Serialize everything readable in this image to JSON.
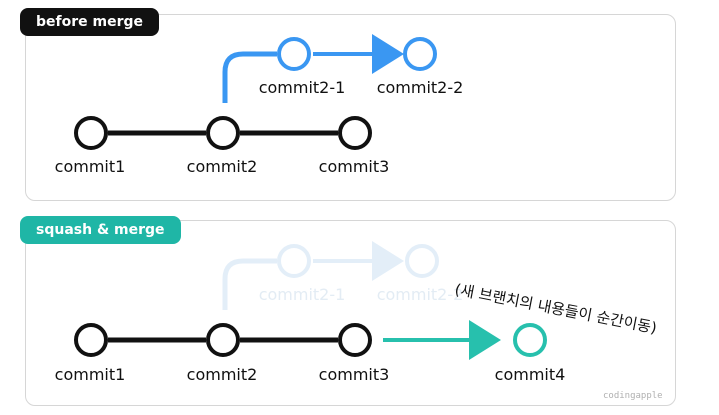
{
  "before": {
    "tag": "before merge",
    "commits": [
      "commit1",
      "commit2",
      "commit3"
    ],
    "branch_commits": [
      "commit2-1",
      "commit2-2"
    ]
  },
  "after": {
    "tag": "squash & merge",
    "commits": [
      "commit1",
      "commit2",
      "commit3"
    ],
    "branch_commits": [
      "commit2-1",
      "commit2-2"
    ],
    "merged_commit": "commit4",
    "note": "(새 브랜치의 내용들이 순간이동)"
  },
  "watermark": "codingapple",
  "colors": {
    "black_tag": "#111111",
    "teal_tag": "#1fb6a6",
    "branch_blue": "#3a97f2",
    "faded_blue": "#e3eef8",
    "teal_commit": "#27c0ad",
    "line": "#111111"
  }
}
